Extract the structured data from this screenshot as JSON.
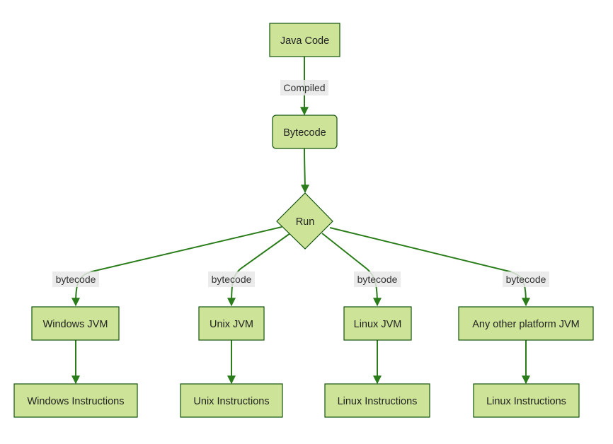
{
  "diagram": {
    "nodes": {
      "java_code": "Java Code",
      "bytecode": "Bytecode",
      "run": "Run",
      "windows_jvm": "Windows JVM",
      "unix_jvm": "Unix JVM",
      "linux_jvm": "Linux JVM",
      "other_jvm": "Any other platform JVM",
      "windows_instructions": "Windows Instructions",
      "unix_instructions": "Unix Instructions",
      "linux_instructions_1": "Linux Instructions",
      "linux_instructions_2": "Linux Instructions"
    },
    "edge_labels": {
      "compiled": "Compiled",
      "bytecode_windows": "bytecode",
      "bytecode_unix": "bytecode",
      "bytecode_linux": "bytecode",
      "bytecode_other": "bytecode"
    },
    "colors": {
      "node_fill": "#cde498",
      "node_stroke": "#13540c",
      "edge": "#2a7d1a",
      "label_bg": "#e8e8e8"
    }
  }
}
